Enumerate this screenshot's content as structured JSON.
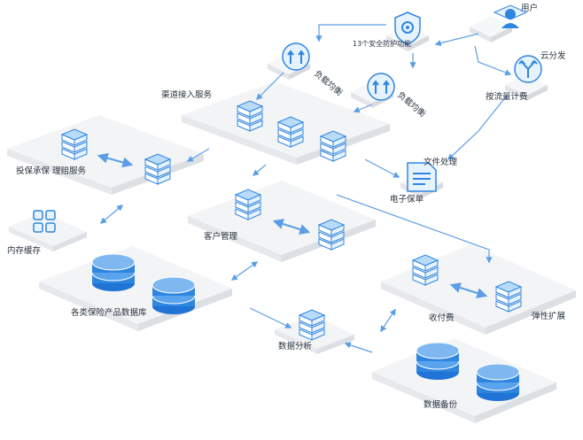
{
  "nodes": {
    "user": "用户",
    "security": "13个安全防护功能",
    "lb1": "负载均衡",
    "cloud": "云分发",
    "lb2": "负载均衡",
    "billing": "按流量计费",
    "channel": "渠道接入服务",
    "file": "文件处理",
    "esign": "电子保单",
    "pay_platform": "投保承保 理赔服务",
    "customer": "客户管理",
    "memory": "内存缓存",
    "product_db": "各类保险产品数据库",
    "cashier": "收付费",
    "elastic": "弹性扩展",
    "analysis": "数据分析",
    "backup": "数据备份"
  },
  "colors": {
    "blue": "#2f86e0",
    "blue_light": "#7fb8f0",
    "platform": "#f1f2f4",
    "platform_side": "#e3e5e8",
    "arrow": "#5b9ee6"
  },
  "icons": [
    "user-icon",
    "shield-gear-icon",
    "load-balance-icon",
    "branch-icon",
    "server-icon",
    "document-icon",
    "database-icon",
    "grid-icon",
    "bidirectional-arrow-icon"
  ]
}
